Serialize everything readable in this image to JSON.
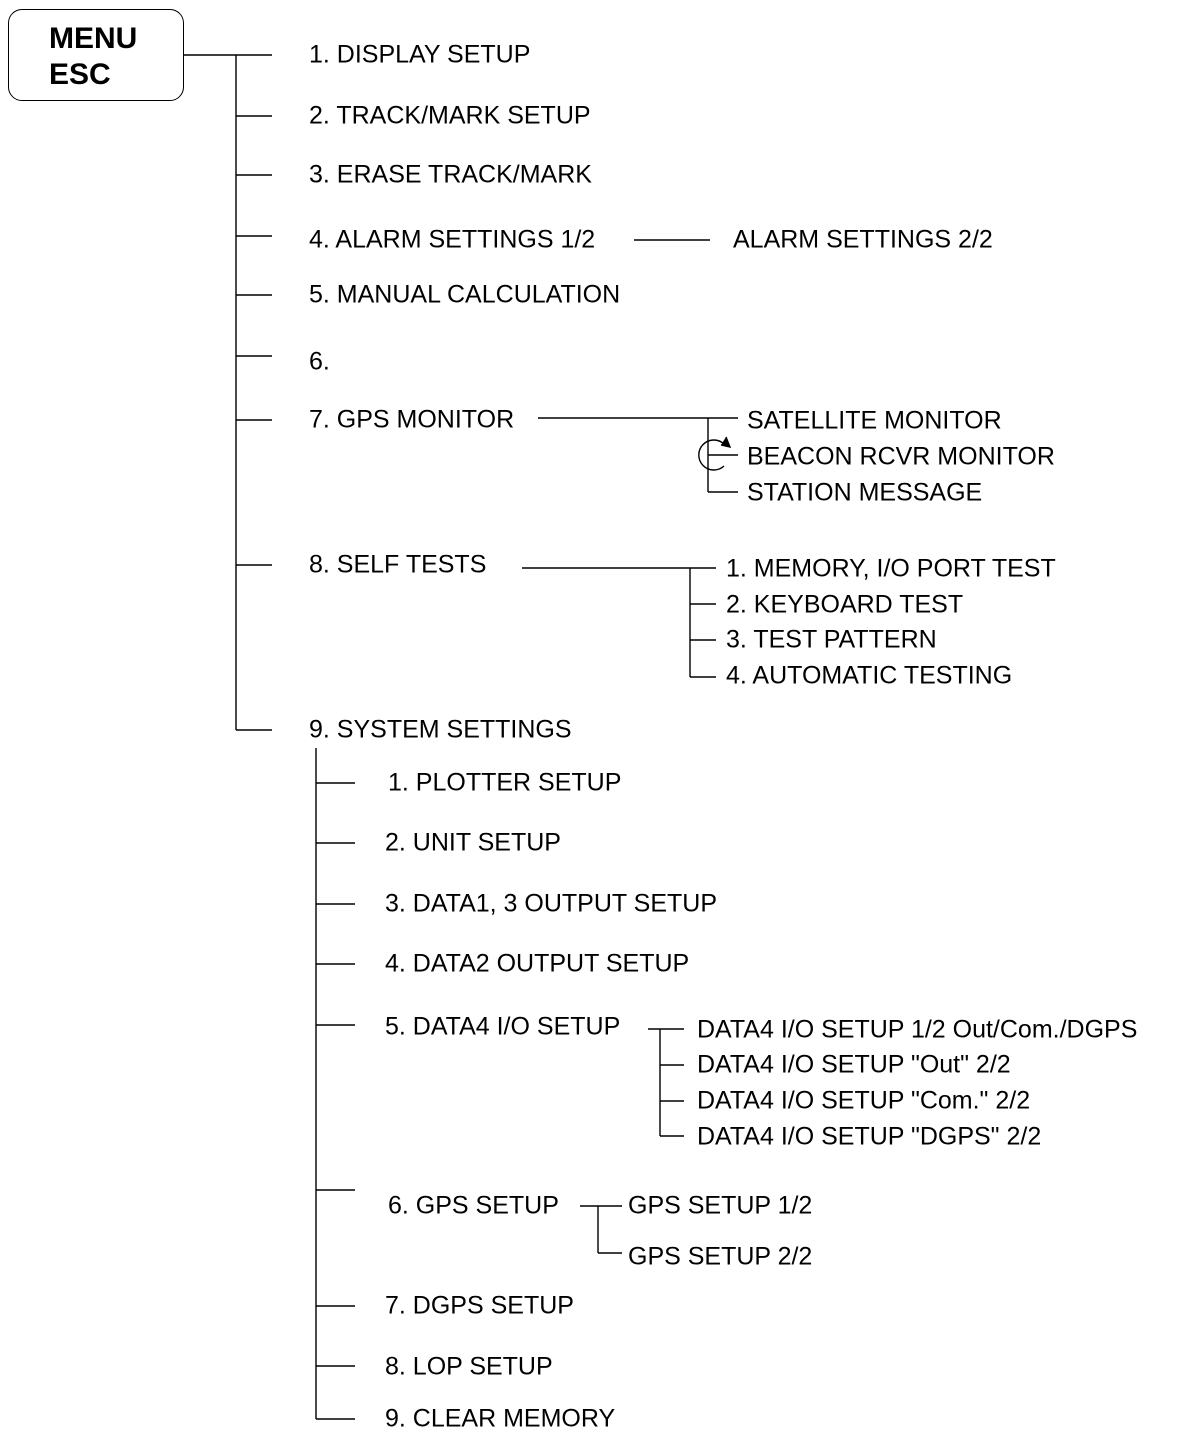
{
  "menu_key": {
    "line1": "MENU",
    "line2": "ESC"
  },
  "main_menu": [
    {
      "label": "1. DISPLAY SETUP"
    },
    {
      "label": "2. TRACK/MARK SETUP"
    },
    {
      "label": "3. ERASE TRACK/MARK"
    },
    {
      "label": "4. ALARM SETTINGS 1/2",
      "sub": [
        "ALARM SETTINGS 2/2"
      ]
    },
    {
      "label": "5. MANUAL CALCULATION"
    },
    {
      "label": "6."
    },
    {
      "label": "7. GPS MONITOR",
      "sub": [
        "SATELLITE MONITOR",
        "BEACON RCVR MONITOR",
        "STATION MESSAGE"
      ]
    },
    {
      "label": "8. SELF TESTS",
      "sub": [
        "1. MEMORY, I/O PORT TEST",
        "2. KEYBOARD TEST",
        "3. TEST PATTERN",
        "4. AUTOMATIC TESTING"
      ]
    },
    {
      "label": "9. SYSTEM SETTINGS"
    }
  ],
  "system_settings": [
    {
      "label": "1. PLOTTER SETUP"
    },
    {
      "label": "2. UNIT SETUP"
    },
    {
      "label": "3. DATA1, 3 OUTPUT SETUP"
    },
    {
      "label": "4. DATA2 OUTPUT SETUP"
    },
    {
      "label": "5. DATA4 I/O SETUP",
      "sub": [
        "DATA4 I/O SETUP 1/2 Out/Com./DGPS",
        "DATA4 I/O SETUP \"Out\" 2/2",
        "DATA4 I/O SETUP \"Com.\" 2/2",
        "DATA4 I/O SETUP \"DGPS\" 2/2"
      ]
    },
    {
      "label": "6. GPS SETUP",
      "sub": [
        "GPS SETUP 1/2",
        "GPS SETUP 2/2"
      ]
    },
    {
      "label": "7. DGPS SETUP"
    },
    {
      "label": "8. LOP SETUP"
    },
    {
      "label": "9. CLEAR MEMORY"
    }
  ]
}
